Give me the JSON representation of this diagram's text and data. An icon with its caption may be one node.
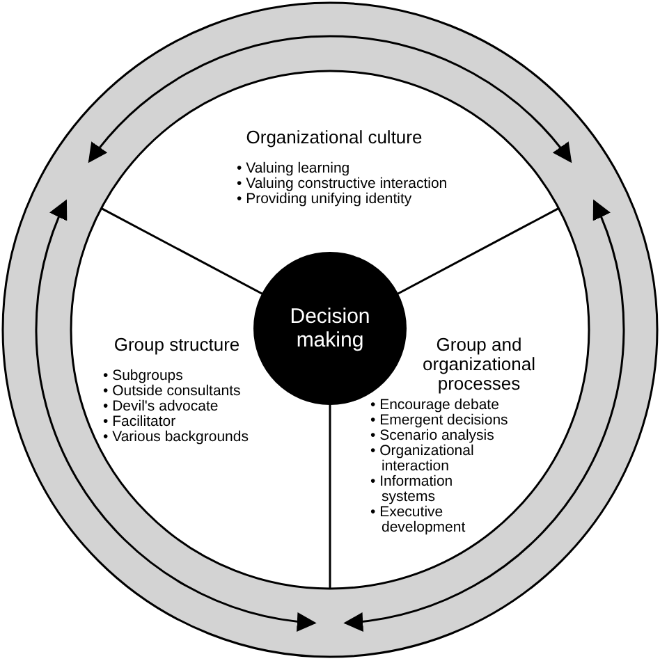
{
  "diagram": {
    "nodes": [
      {
        "text": [
          "Organizational culture",
          "• Valuing learning",
          "• Valuing constructive interaction",
          "• Providing unifying identity"
        ]
      },
      {
        "text": [
          "Group structure",
          "• Subgroups",
          "• Outside consultants",
          "• Devil's advocate",
          "• Facilitator",
          "• Various backgrounds"
        ]
      },
      {
        "text": [
          "Group and organizational processes",
          "• Encourage debate",
          "• Emergent decisions",
          "• Scenario analysis",
          "• Organizational interaction",
          "• Information systems",
          "• Executive development"
        ]
      },
      {
        "text": [
          "Decision making"
        ]
      }
    ]
  }
}
